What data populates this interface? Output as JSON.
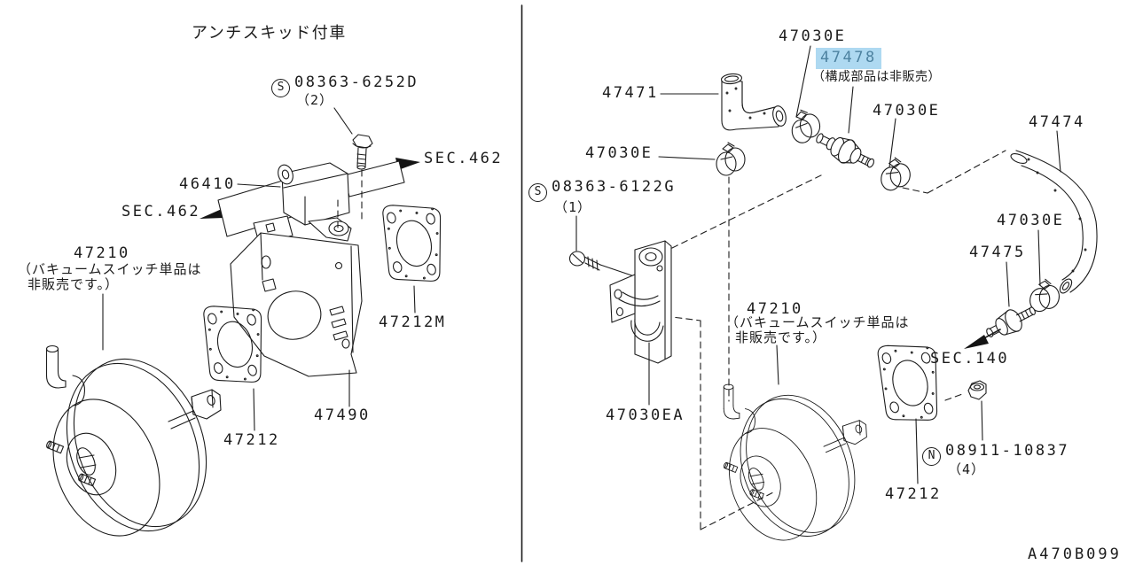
{
  "page": {
    "drawing_code": "A470B099"
  },
  "colors": {
    "highlight_bg": "#aed9f1",
    "highlight_text": "#4d82a0",
    "line": "#1c1c1c"
  },
  "left": {
    "title": "アンチスキッド付車",
    "screw_label": {
      "prefix": "S",
      "number": "08363-6252D",
      "qty": "（2）"
    },
    "sec462_right": "SEC.462",
    "sec462_left": "SEC.462",
    "p46410": "46410",
    "p47210": "47210",
    "p47210_note1": "（バキュームスイッチ単品は",
    "p47210_note2": "非販売です。）",
    "p47212m": "47212M",
    "p47490": "47490",
    "p47212": "47212"
  },
  "right": {
    "p47030e_top": "47030E",
    "p47478": "47478",
    "p47478_note": "（構成部品は非販売）",
    "p47471": "47471",
    "p47030e_mid": "47030E",
    "p47030e_upper_right": "47030E",
    "screw_label": {
      "prefix": "S",
      "number": "08363-6122G",
      "qty": "（1）"
    },
    "p47474": "47474",
    "p47030e_lower_right": "47030E",
    "p47475": "47475",
    "sec140": "SEC.140",
    "p47210": "47210",
    "p47210_note1": "（バキュームスイッチ単品は",
    "p47210_note2": "非販売です。）",
    "p47030ea": "47030EA",
    "nut_label": {
      "prefix": "N",
      "number": "08911-10837",
      "qty": "（4）"
    },
    "p47212": "47212"
  }
}
